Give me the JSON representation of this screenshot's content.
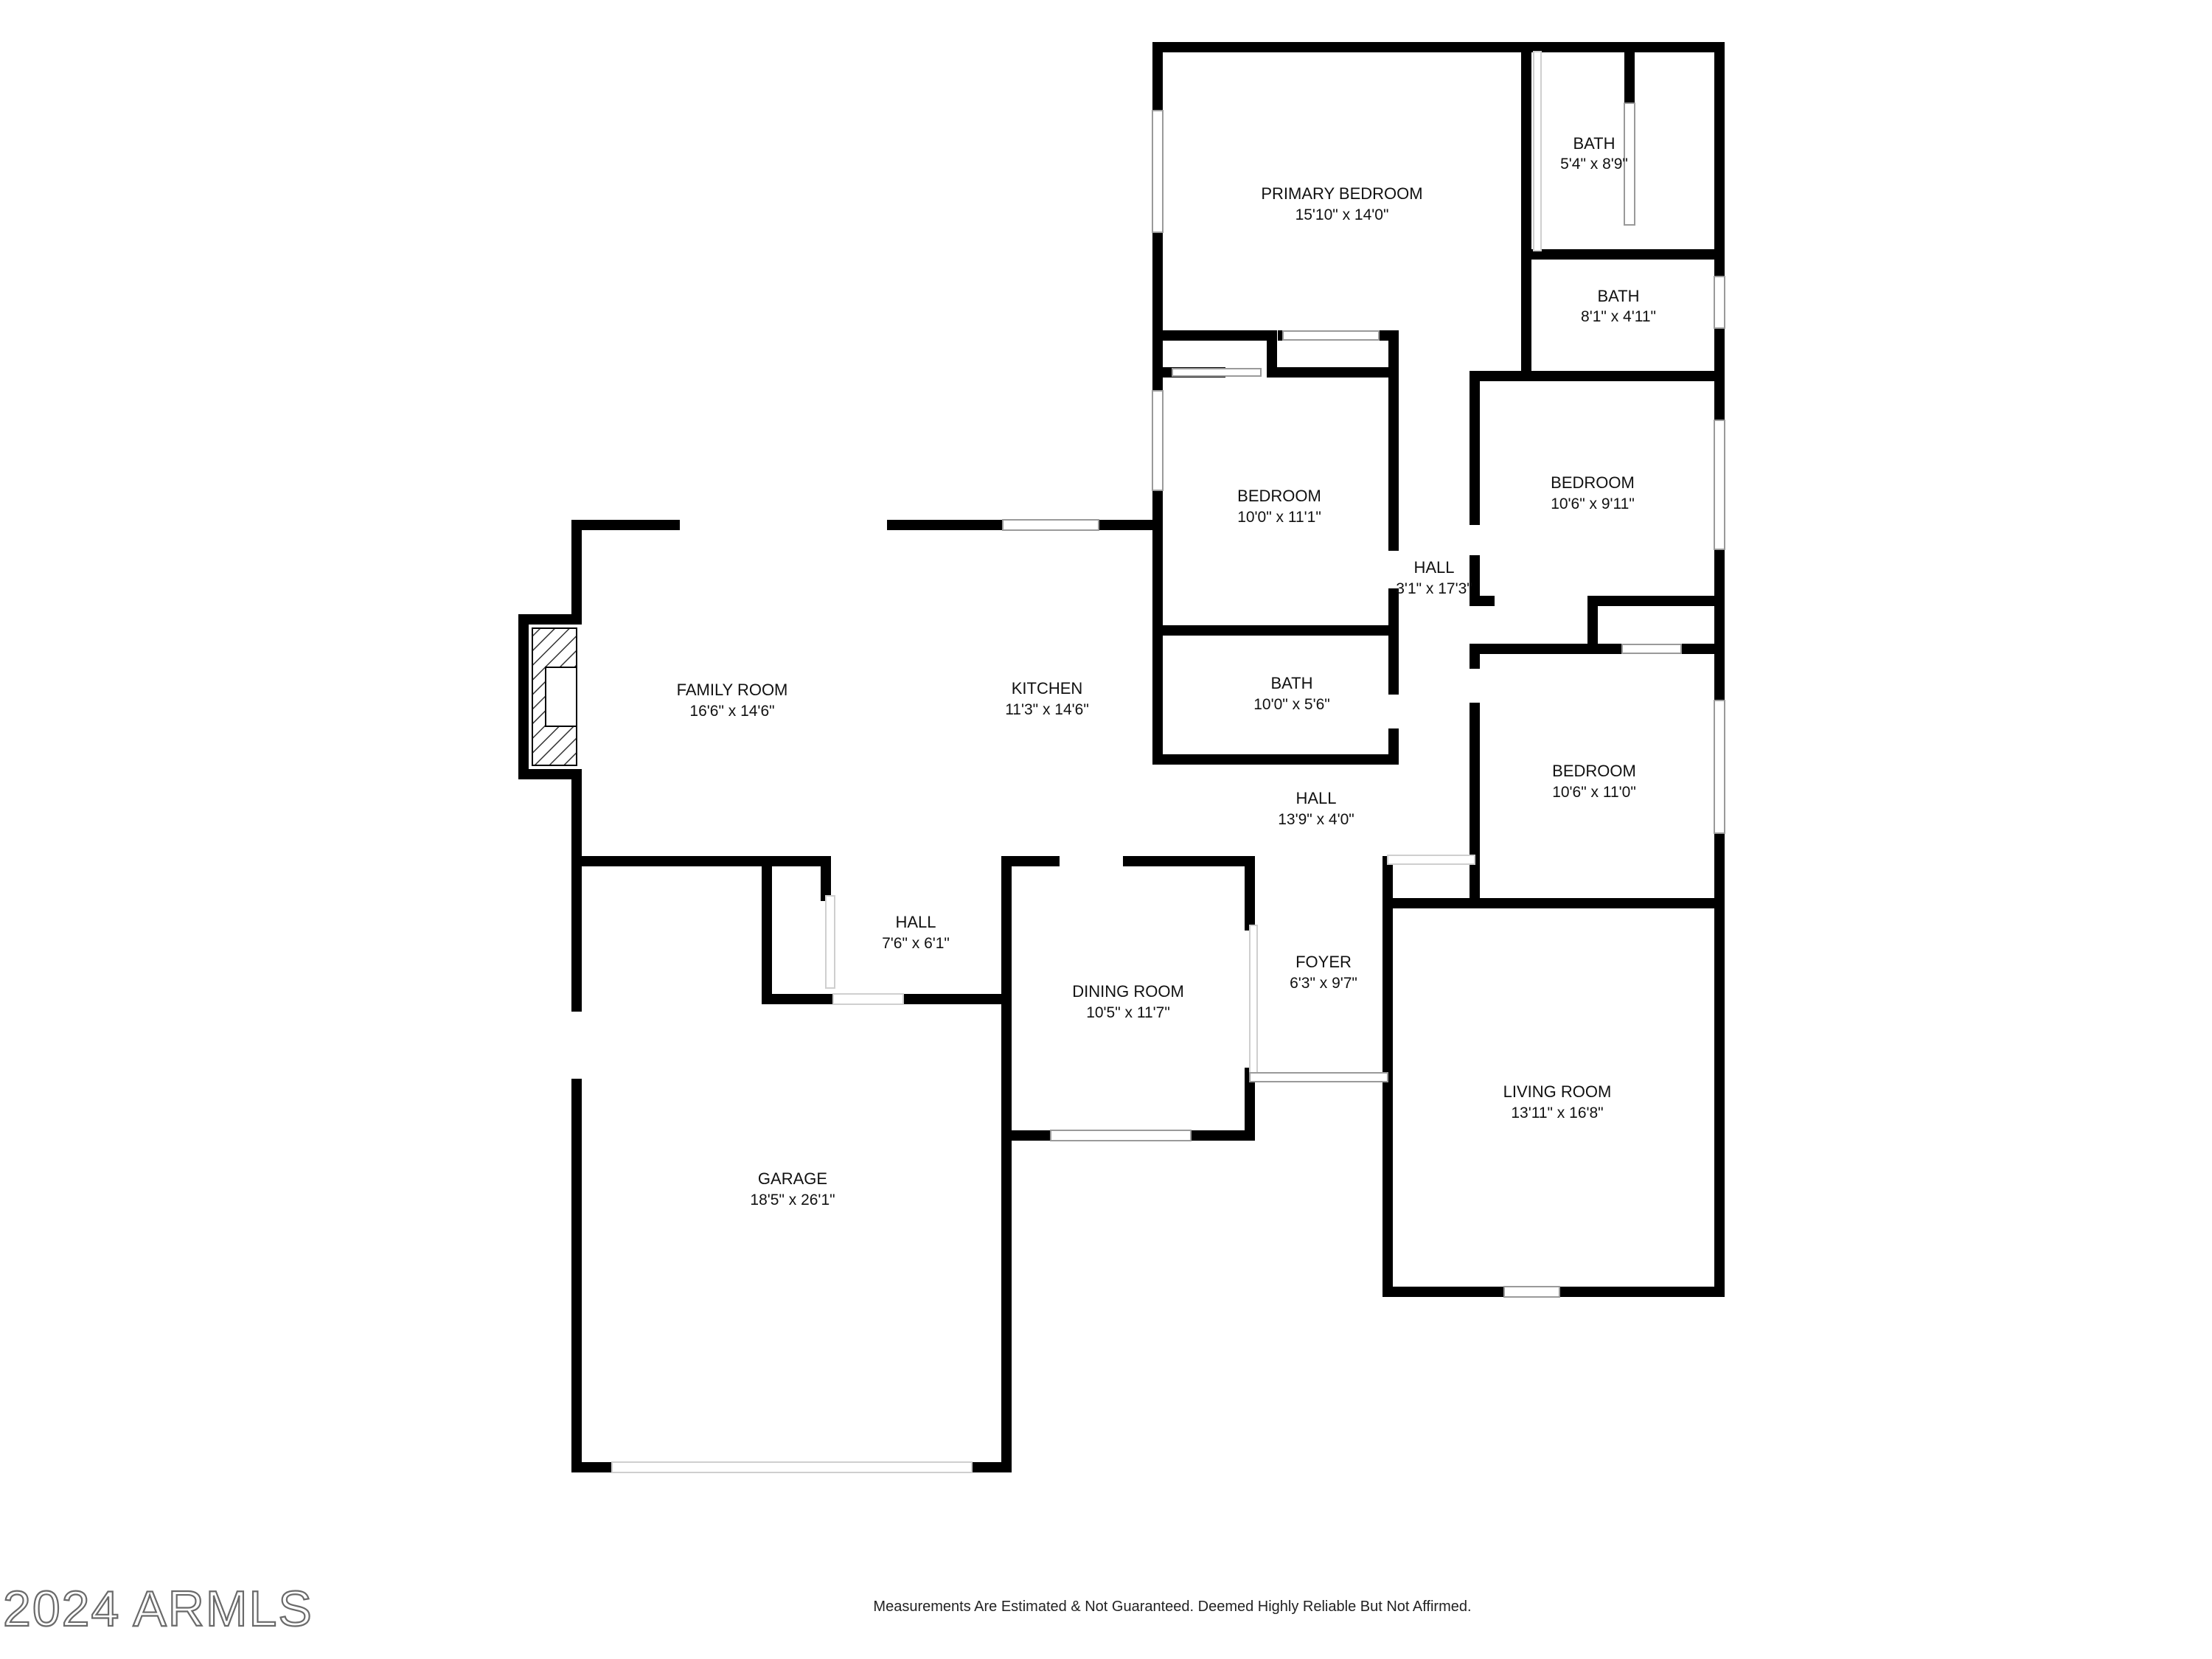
{
  "colors": {
    "wall": "#000000",
    "opening": "#ffffff",
    "window": "#bdbdbd",
    "text": "#111111",
    "watermark": "#6a6a6a"
  },
  "icons": {
    "fireplace": "fireplace-hatch-icon"
  },
  "rooms": [
    {
      "id": "primary-bedroom",
      "name": "PRIMARY BEDROOM",
      "dims": "15'10\" x 14'0\""
    },
    {
      "id": "bath-1",
      "name": "BATH",
      "dims": "5'4\" x 8'9\""
    },
    {
      "id": "bath-2",
      "name": "BATH",
      "dims": "8'1\" x 4'11\""
    },
    {
      "id": "bedroom-1",
      "name": "BEDROOM",
      "dims": "10'0\" x 11'1\""
    },
    {
      "id": "bedroom-2",
      "name": "BEDROOM",
      "dims": "10'6\" x 9'11\""
    },
    {
      "id": "hall-1",
      "name": "HALL",
      "dims": "3'1\" x 17'3\""
    },
    {
      "id": "family-room",
      "name": "FAMILY ROOM",
      "dims": "16'6\" x 14'6\""
    },
    {
      "id": "kitchen",
      "name": "KITCHEN",
      "dims": "11'3\" x 14'6\""
    },
    {
      "id": "bath-3",
      "name": "BATH",
      "dims": "10'0\" x 5'6\""
    },
    {
      "id": "bedroom-3",
      "name": "BEDROOM",
      "dims": "10'6\" x 11'0\""
    },
    {
      "id": "hall-2",
      "name": "HALL",
      "dims": "13'9\" x 4'0\""
    },
    {
      "id": "hall-3",
      "name": "HALL",
      "dims": "7'6\" x 6'1\""
    },
    {
      "id": "foyer",
      "name": "FOYER",
      "dims": "6'3\" x 9'7\""
    },
    {
      "id": "dining-room",
      "name": "DINING ROOM",
      "dims": "10'5\" x 11'7\""
    },
    {
      "id": "living-room",
      "name": "LIVING ROOM",
      "dims": "13'11\" x 16'8\""
    },
    {
      "id": "garage",
      "name": "GARAGE",
      "dims": "18'5\" x 26'1\""
    }
  ],
  "footer": {
    "disclaimer": "Measurements Are Estimated & Not Guaranteed. Deemed Highly Reliable But Not Affirmed.",
    "watermark": "2024 ARMLS"
  }
}
